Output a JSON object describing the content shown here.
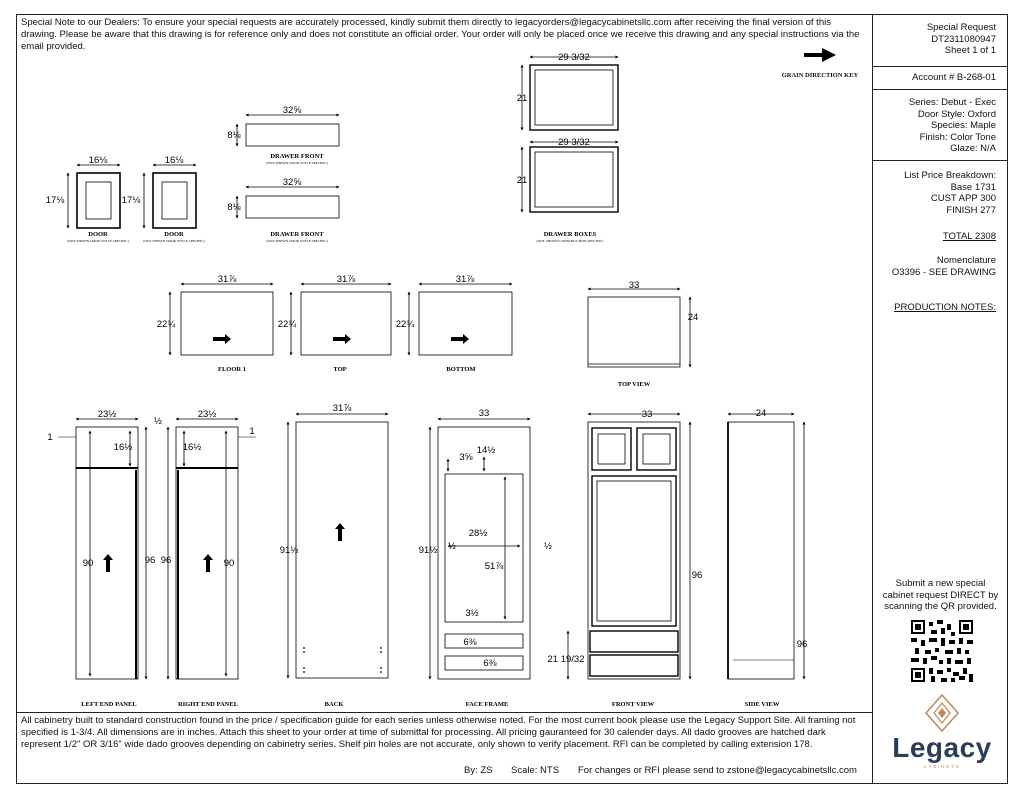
{
  "header_note": "Special Note to our Dealers: To ensure your special requests are accurately processed, kindly submit them directly to legacyorders@legacycabinetsllc.com after receiving the final version of this drawing. Please be aware that this drawing is for reference only and does not constitute an official order. Your order will only be placed once we receive this drawing and any special instructions via the email provided.",
  "footer_note": "All cabinetry built to standard construction found in the price / specification guide for each series unless otherwise noted. For the most current book please use the Legacy Support Site. All framing not specified is 1-3/4. All dimensions are in inches. Attach this sheet to your order at time of submittal for processing. All pricing gauranteed for 30 calender days. All dado grooves are hatched dark represent 1/2\" OR 3/16\" wide dado grooves depending on cabinetry series. Shelf pin holes are not accurate, only shown to verify placement. RFI can be completed by calling extension 178.",
  "footer_meta": {
    "by": "By: ZS",
    "scale": "Scale: NTS",
    "rfi": "For changes or RFI please send to zstone@legacycabinetsllc.com"
  },
  "sidebar": {
    "request_title": "Special Request",
    "request_id": "DT2311080947",
    "sheet": "Sheet 1 of 1",
    "account": "Account # B-268-01",
    "series": "Series: Debut - Exec",
    "door_style": "Door Style: Oxford",
    "species": "Species: Maple",
    "finish": "Finish: Color Tone",
    "glaze": "Glaze: N/A",
    "price_title": "List Price Breakdown:",
    "price_base": "Base 1731",
    "price_cust": "CUST APP 300",
    "price_finish": "FINISH 277",
    "total": "TOTAL 2308",
    "nomenclature_title": "Nomenclature",
    "nomenclature": "O3396 - SEE DRAWING",
    "production_notes": "PRODUCTION NOTES:",
    "qr_text": "Submit a new special cabinet request DIRECT by scanning the QR provided.",
    "logo": "Legacy",
    "logo_sub": "CABINETS"
  },
  "grain_key": "GRAIN DIRECTION KEY",
  "labels": {
    "door": "DOOR",
    "door_sub": "(NOT SHOWN DOOR STYLE SPECIFIC)",
    "drawer_front": "DRAWER FRONT",
    "drawer_front_sub": "(NOT SHOWN DOOR STYLE SPECIFIC)",
    "drawer_boxes": "DRAWER BOXES",
    "drawer_boxes_sub": "(NOT SHOWN CONSTRUCTION SPECIFIC)",
    "floor": "FLOOR 1",
    "top": "TOP",
    "bottom": "BOTTOM",
    "top_view": "TOP VIEW",
    "left_end": "LEFT END PANEL",
    "right_end": "RIGHT END PANEL",
    "back": "BACK",
    "face_frame": "FACE FRAME",
    "front_view": "FRONT VIEW",
    "side_view": "SIDE VIEW"
  },
  "dims": {
    "door_w": "16⅛",
    "door_h": "17⅛",
    "drawer_front_w": "32⅝",
    "drawer_front_h": "8⅛",
    "drawer_box_w": "29 3/32",
    "drawer_box_h": "21",
    "shelf_w": "31⅞",
    "shelf_d": "22¾",
    "top_view_w": "33",
    "top_view_d": "24",
    "end_w": "23½",
    "end_gap": "½",
    "end_one": "1",
    "end_upper": "16½",
    "end_h": "96",
    "end_lower": "90",
    "back_w": "31⅞",
    "back_h": "91½",
    "ff_w": "33",
    "ff_top_rail": "3⅝",
    "ff_upper": "14½",
    "ff_h": "91½",
    "ff_half": "½",
    "ff_open_w": "28½",
    "ff_open_h": "51⅞",
    "ff_rail": "3½",
    "ff_drawer": "6⅜",
    "front_w": "33",
    "front_h": "96",
    "front_drawers": "21 19/32",
    "side_w": "24",
    "side_h": "96"
  }
}
